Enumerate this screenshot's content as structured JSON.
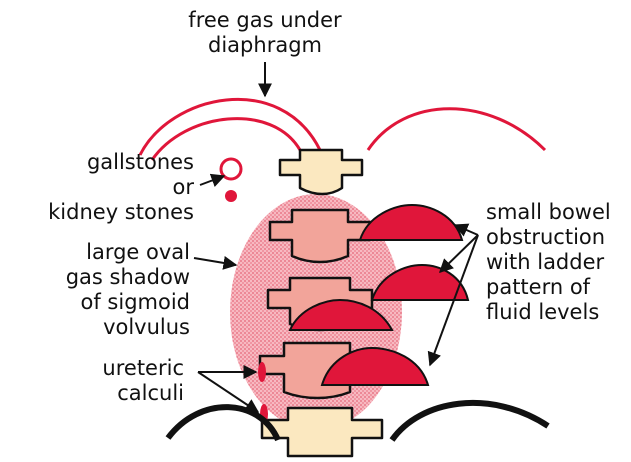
{
  "labels": {
    "free_gas": "free gas under\ndiaphragm",
    "stones": "gallstones\nor\nkidney stones",
    "sigmoid": "large oval\ngas shadow\nof sigmoid\nvolvulus",
    "ureteric": "ureteric\ncalculi",
    "small_bowel": "small bowel\nobstruction\nwith ladder\npattern of\nfluid levels"
  },
  "colors": {
    "red": "#e0163a",
    "shadow": "#f4a0aa",
    "bone": "#fbe8c0",
    "bone_dark": "#f2a49a",
    "outline": "#111111",
    "diaphragm": "#111111"
  }
}
